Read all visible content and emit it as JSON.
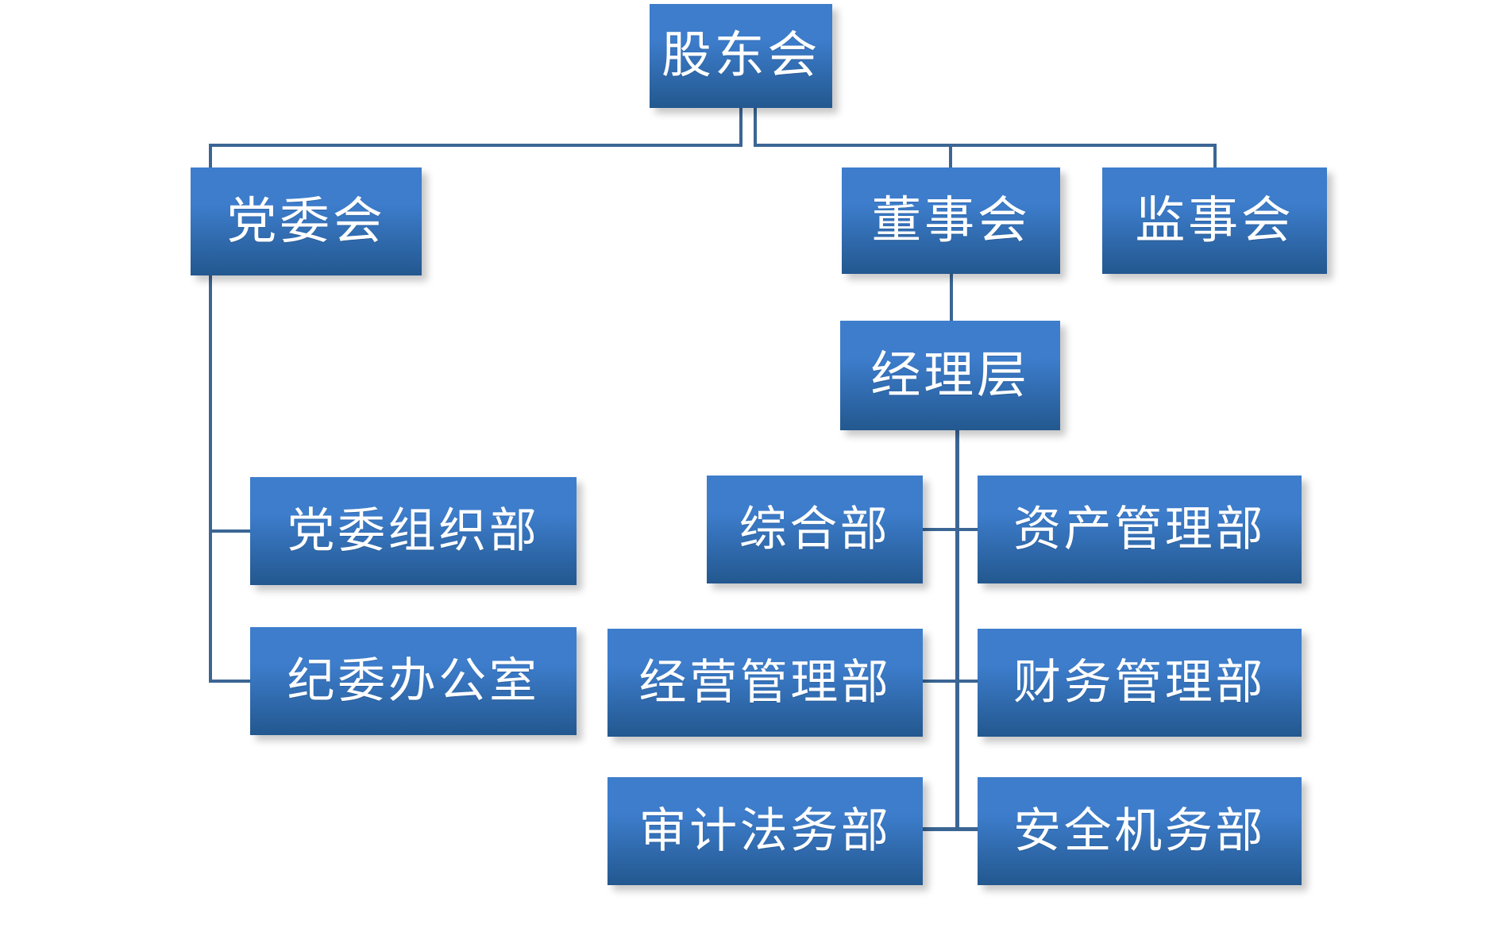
{
  "chart_title": "",
  "palette": {
    "box_gradient_top": "#3d7dcc",
    "box_gradient_bottom": "#23588f",
    "connector": "#3b6694",
    "text": "#ffffff",
    "background": "#ffffff"
  },
  "nodes": {
    "shareholders": {
      "label": "股东会",
      "level": 0
    },
    "party_committee": {
      "label": "党委会",
      "level": 1
    },
    "board_of_directors": {
      "label": "董事会",
      "level": 1
    },
    "board_of_supervisors": {
      "label": "监事会",
      "level": 1
    },
    "management": {
      "label": "经理层",
      "level": 2
    },
    "party_org_dept": {
      "label": "党委组织部",
      "level": 3
    },
    "discipline_office": {
      "label": "纪委办公室",
      "level": 3
    },
    "general_dept": {
      "label": "综合部",
      "level": 3
    },
    "asset_mgmt_dept": {
      "label": "资产管理部",
      "level": 3
    },
    "operations_mgmt_dept": {
      "label": "经营管理部",
      "level": 3
    },
    "finance_mgmt_dept": {
      "label": "财务管理部",
      "level": 3
    },
    "audit_legal_dept": {
      "label": "审计法务部",
      "level": 3
    },
    "safety_machinery_dept": {
      "label": "安全机务部",
      "level": 3
    }
  },
  "edges": [
    {
      "from": "shareholders",
      "to": "party_committee"
    },
    {
      "from": "shareholders",
      "to": "board_of_directors"
    },
    {
      "from": "shareholders",
      "to": "board_of_supervisors"
    },
    {
      "from": "board_of_directors",
      "to": "management"
    },
    {
      "from": "party_committee",
      "to": "party_org_dept"
    },
    {
      "from": "party_committee",
      "to": "discipline_office"
    },
    {
      "from": "management",
      "to": "general_dept"
    },
    {
      "from": "management",
      "to": "asset_mgmt_dept"
    },
    {
      "from": "management",
      "to": "operations_mgmt_dept"
    },
    {
      "from": "management",
      "to": "finance_mgmt_dept"
    },
    {
      "from": "management",
      "to": "audit_legal_dept"
    },
    {
      "from": "management",
      "to": "safety_machinery_dept"
    }
  ]
}
